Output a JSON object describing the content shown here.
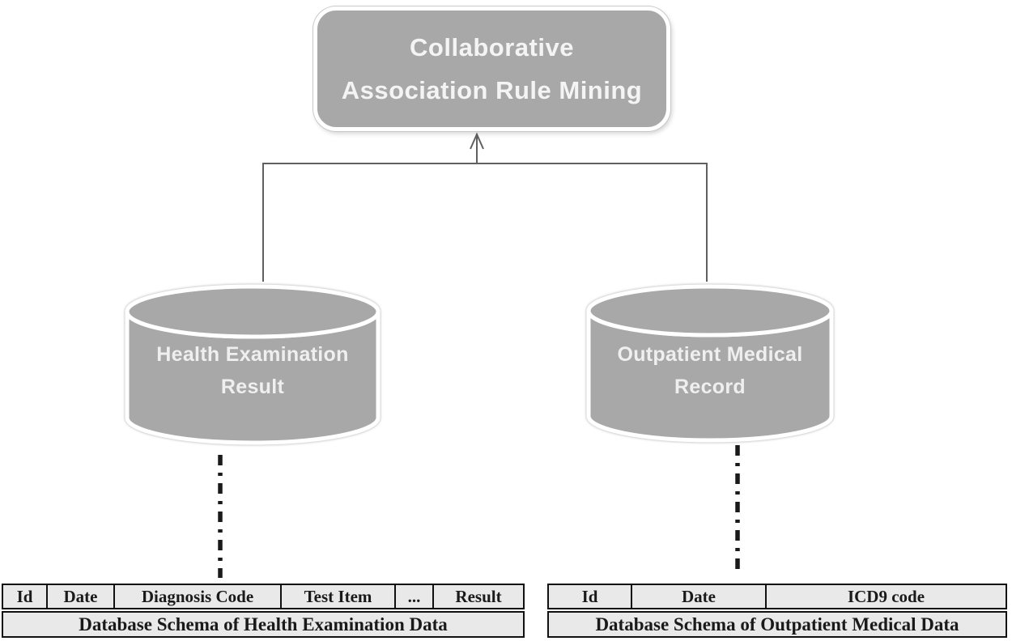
{
  "root_node": {
    "line1": "Collaborative",
    "line2": "Association Rule Mining"
  },
  "databases": {
    "left": {
      "line1": "Health Examination",
      "line2": "Result"
    },
    "right": {
      "line1": "Outpatient Medical",
      "line2": "Record"
    }
  },
  "schemas": {
    "left": {
      "columns": [
        "Id",
        "Date",
        "Diagnosis Code",
        "Test Item",
        "...",
        "Result"
      ],
      "caption": "Database Schema of Health Examination Data"
    },
    "right": {
      "columns": [
        "Id",
        "Date",
        "ICD9 code"
      ],
      "caption": "Database Schema of Outpatient Medical Data"
    }
  },
  "colors": {
    "shape_fill": "#a8a8a8",
    "shape_text": "#f2f2f2",
    "connector": "#606060",
    "dash_line": "#1a1a1a",
    "table_background": "#e9e9e9",
    "table_border": "#111111",
    "table_text": "#1a1a1a"
  }
}
